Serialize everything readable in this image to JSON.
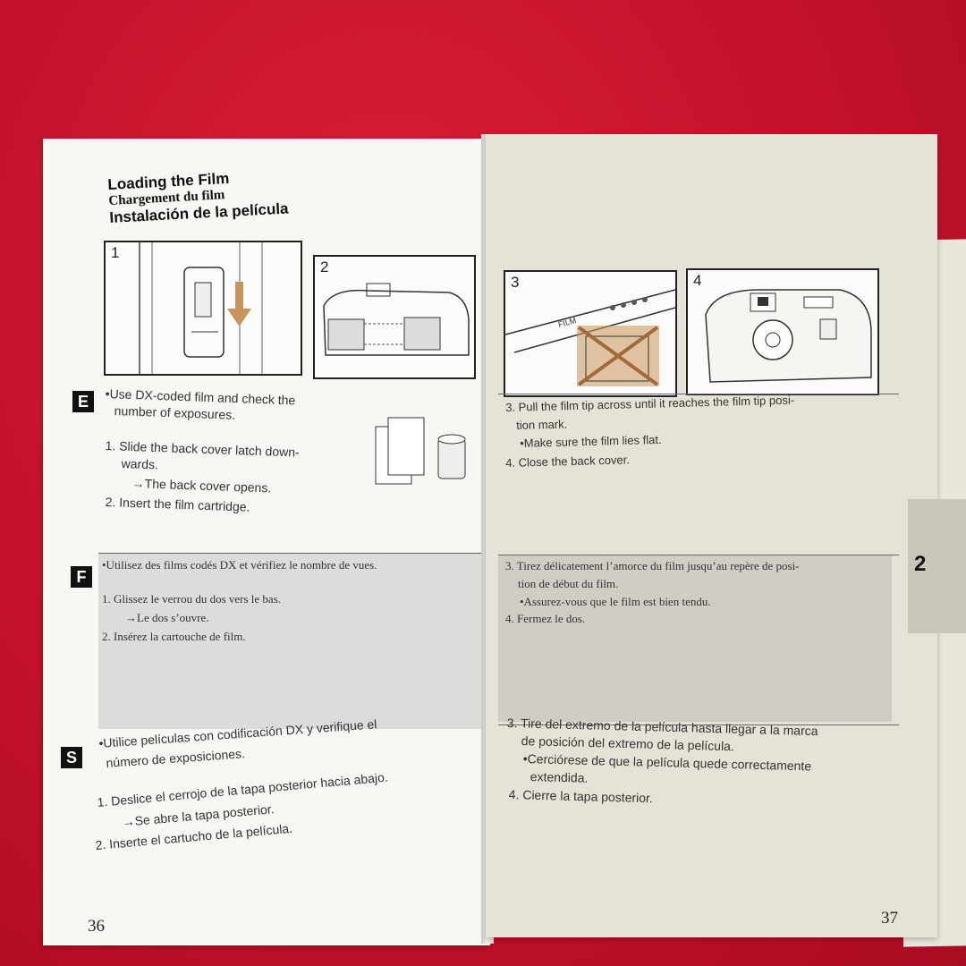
{
  "titles": {
    "en": "Loading the Film",
    "fr": "Chargement du film",
    "es": "Instalación de la película"
  },
  "figures": [
    "1",
    "2",
    "3",
    "4"
  ],
  "languages": {
    "e": "E",
    "f": "F",
    "s": "S"
  },
  "left": {
    "en": {
      "bullet": "•Use DX-coded film and check the",
      "bullet2": "number of exposures.",
      "step1": "1. Slide the back cover latch down-",
      "step1b": "wards.",
      "result": "→The back cover opens.",
      "step2": "2. Insert the film cartridge."
    },
    "fr": {
      "bullet": "•Utilisez des films codés DX et vérifiez le nombre de vues.",
      "step1": "1. Glissez le verrou du dos vers le bas.",
      "result": "→Le dos s’ouvre.",
      "step2": "2. Insérez la cartouche de film."
    },
    "es": {
      "bullet": "•Utilice películas con codificación DX y verifique el",
      "bullet2": "número de exposiciones.",
      "step1": "1. Deslice el cerrojo de la tapa posterior hacia abajo.",
      "result": "→Se abre la tapa posterior.",
      "step2": "2. Inserte el cartucho de la película."
    }
  },
  "right": {
    "en": {
      "step3": "3. Pull the film tip across until it reaches the film tip posi-",
      "step3b": "tion mark.",
      "note": "•Make sure the film lies flat.",
      "step4": "4. Close the back cover."
    },
    "fr": {
      "step3": "3. Tirez délicatement l’amorce du film jusqu’au repère de posi-",
      "step3b": "tion de début du film.",
      "note": "•Assurez-vous que le film est bien tendu.",
      "step4": "4. Fermez le dos."
    },
    "es": {
      "step3": "3. Tire del extremo de la película hasta llegar a la marca",
      "step3b": "de posición del extremo de la película.",
      "note": "•Cerciórese de que la película quede correctamente",
      "note2": "extendida.",
      "step4": "4. Cierre la tapa posterior."
    }
  },
  "chapter": "2",
  "page_numbers": {
    "left": "36",
    "right": "37"
  },
  "colors": {
    "background": "#c8102a",
    "page_left": "#f7f7f4",
    "page_right": "#e5e2d8",
    "arrow": "#c9955a"
  }
}
